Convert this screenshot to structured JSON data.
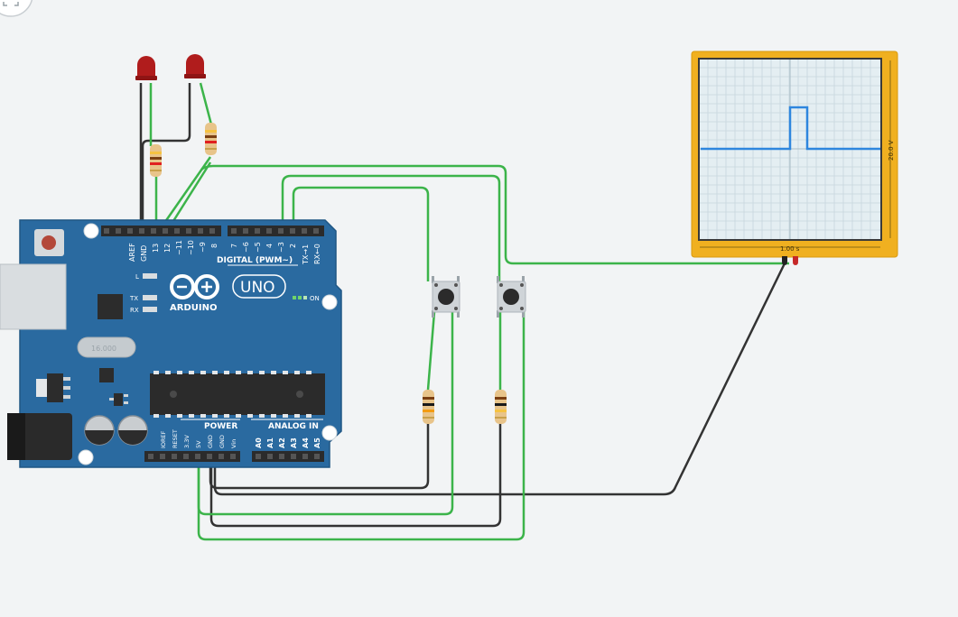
{
  "canvas": {
    "background": "#f2f4f5",
    "wire_green": "#3cb44a",
    "wire_black": "#333333"
  },
  "arduino": {
    "board_color": "#2a6aa0",
    "brand": "ARDUINO",
    "model": "UNO",
    "digital_header_label": "DIGITAL (PWM~)",
    "power_label": "POWER",
    "analog_label": "ANALOG IN",
    "on_label": "ON",
    "led_labels": {
      "l": "L",
      "tx": "TX",
      "rx": "RX"
    },
    "crystal_label": "16.000",
    "digital_pins": [
      "AREF",
      "GND",
      "13",
      "12",
      "~11",
      "~10",
      "~9",
      "8",
      "7",
      "~6",
      "~5",
      "4",
      "~3",
      "2",
      "TX→1",
      "RX←0"
    ],
    "power_pins": [
      "IOREF",
      "RESET",
      "3.3V",
      "5V",
      "GND",
      "GND",
      "Vin"
    ],
    "analog_pins": [
      "A0",
      "A1",
      "A2",
      "A3",
      "A4",
      "A5"
    ]
  },
  "leds": [
    {
      "name": "led-1",
      "color": "#b01c1c"
    },
    {
      "name": "led-2",
      "color": "#b01c1c"
    }
  ],
  "pushbuttons": [
    {
      "name": "pushbutton-1"
    },
    {
      "name": "pushbutton-2"
    }
  ],
  "resistors": [
    {
      "name": "resistor-led-1",
      "bands": [
        "#f5c242",
        "#7a3f12",
        "#e02020",
        "#c9a04a"
      ]
    },
    {
      "name": "resistor-led-2",
      "bands": [
        "#f5c242",
        "#7a3f12",
        "#e02020",
        "#c9a04a"
      ]
    },
    {
      "name": "resistor-button-1",
      "bands": [
        "#7a3f12",
        "#1a1a1a",
        "#f39c12",
        "#c9a04a"
      ]
    },
    {
      "name": "resistor-button-2",
      "bands": [
        "#7a3f12",
        "#1a1a1a",
        "#f5c242",
        "#c9a04a"
      ]
    }
  ],
  "oscilloscope": {
    "frame_color": "#f0b020",
    "screen_color": "#e4eef2",
    "trace_color": "#2e86de",
    "voltage_label": "20.0 V",
    "time_label": "1.00 s"
  },
  "toolbar": {
    "fit_icon": "zoom-fit-icon"
  }
}
